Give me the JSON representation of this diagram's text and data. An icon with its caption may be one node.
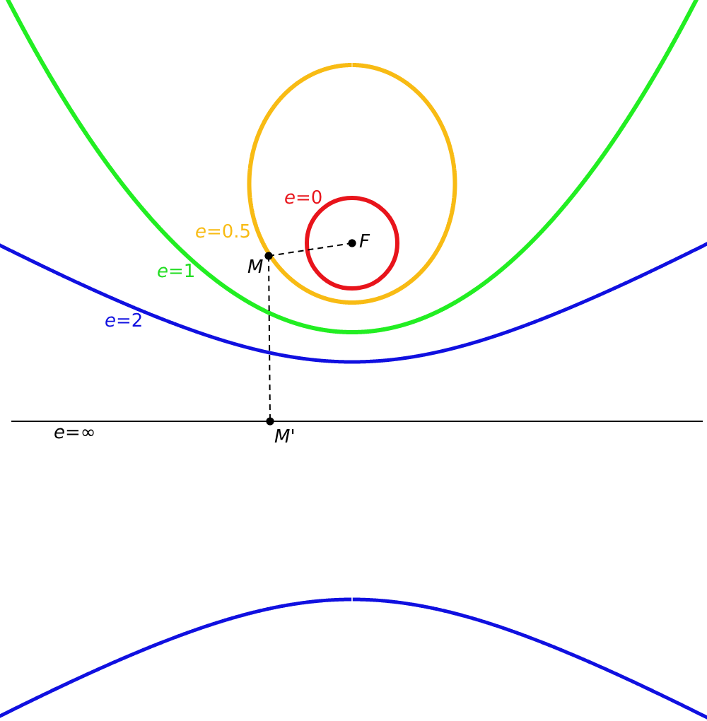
{
  "diagram": {
    "nodes": [
      {
        "text": [
          "M"
        ]
      },
      {
        "text": [
          "F"
        ]
      },
      {
        "text": [
          "M'"
        ]
      }
    ],
    "edges": [
      {
        "from": 0,
        "to": 1,
        "arrow": "none",
        "style": "dashed"
      },
      {
        "from": 0,
        "to": 2,
        "arrow": "none",
        "style": "dashed"
      }
    ],
    "labels": [
      "*e*=0",
      "*e*=0.5",
      "*e*=1",
      "*e*=2",
      "*e*=∞"
    ]
  }
}
